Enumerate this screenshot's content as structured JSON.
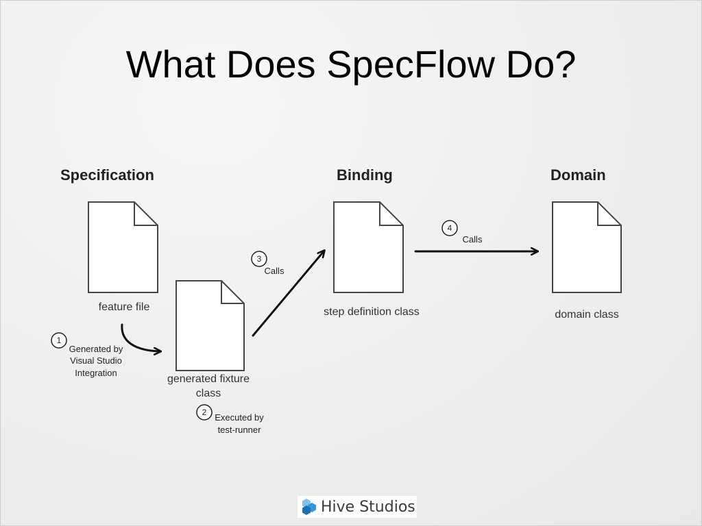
{
  "slide": {
    "title": "What Does SpecFlow Do?"
  },
  "diagram": {
    "columns": [
      {
        "heading": "Specification"
      },
      {
        "heading": "Binding"
      },
      {
        "heading": "Domain"
      }
    ],
    "documents": [
      {
        "label_lines": [
          "feature file"
        ]
      },
      {
        "label_lines": [
          "generated fixture",
          "class"
        ]
      },
      {
        "label_lines": [
          "step definition class"
        ]
      },
      {
        "label_lines": [
          "domain class"
        ]
      }
    ],
    "steps": [
      {
        "number": "1",
        "text_lines": [
          "Generated by",
          "Visual Studio",
          "Integration"
        ]
      },
      {
        "number": "2",
        "text_lines": [
          "Executed by",
          "test-runner"
        ]
      },
      {
        "number": "3",
        "text_lines": [
          "Calls"
        ]
      },
      {
        "number": "4",
        "text_lines": [
          "Calls"
        ]
      }
    ]
  },
  "footer": {
    "brand": "Hive Studios",
    "logo_colors": [
      "#1f6fb5",
      "#3a94d6",
      "#7fc0ec"
    ]
  }
}
